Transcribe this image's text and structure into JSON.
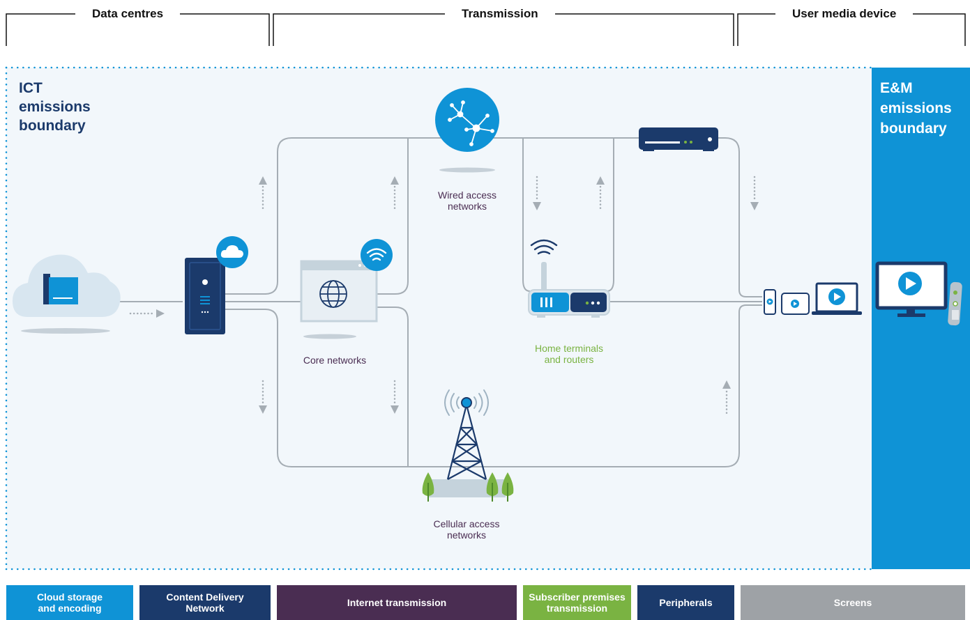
{
  "headers": {
    "data_centres": "Data centres",
    "transmission": "Transmission",
    "user_media_device": "User media device"
  },
  "ict_boundary": {
    "line1": "ICT",
    "line2": "emissions",
    "line3": "boundary"
  },
  "em_boundary": {
    "line1": "E&M",
    "line2": "emissions",
    "line3": "boundary"
  },
  "nodes": {
    "wired": {
      "line1": "Wired access",
      "line2": "networks"
    },
    "core": {
      "label": "Core networks"
    },
    "home": {
      "line1": "Home terminals",
      "line2": "and routers"
    },
    "cellular": {
      "line1": "Cellular access",
      "line2": "networks"
    }
  },
  "legend": {
    "cloud": {
      "line1": "Cloud storage",
      "line2": "and encoding"
    },
    "cdn": {
      "line1": "Content Delivery",
      "line2": "Network"
    },
    "internet": {
      "label": "Internet transmission"
    },
    "subscriber": {
      "line1": "Subscriber premises",
      "line2": "transmission"
    },
    "peripherals": {
      "label": "Peripherals"
    },
    "screens": {
      "label": "Screens"
    }
  },
  "colors": {
    "navy": "#1b3a6b",
    "blue": "#0f93d6",
    "purple": "#4a2d52",
    "green": "#7ab342",
    "grey": "#9ea2a6",
    "em_panel": "#0f93d6"
  },
  "icons": [
    "cloud-folder-icon",
    "server-icon",
    "cloud-badge-icon",
    "globe-browser-icon",
    "wifi-badge-icon",
    "network-hub-icon",
    "router-icon",
    "set-top-box-icon",
    "cell-tower-icon",
    "devices-icon",
    "tv-icon",
    "remote-icon"
  ]
}
